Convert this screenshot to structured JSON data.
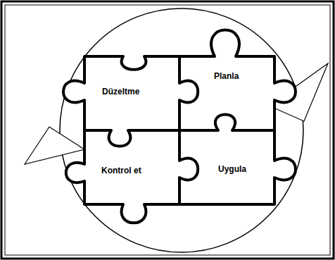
{
  "diagram": {
    "nodes": [
      {
        "text": [
          "Düzeltme"
        ]
      },
      {
        "text": [
          "Planla"
        ]
      },
      {
        "text": [
          "Kontrol et"
        ]
      },
      {
        "text": [
          "Uygula"
        ]
      }
    ]
  }
}
